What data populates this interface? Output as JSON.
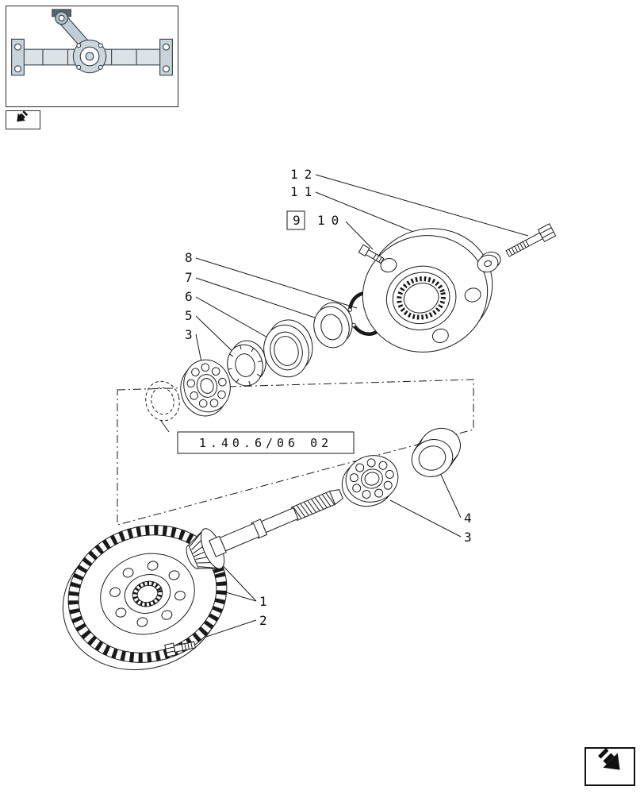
{
  "style": {
    "background": "#ffffff",
    "line_color": "#1a1a1a"
  },
  "icons": {
    "prev": "page-back-arrow",
    "next": "page-forward-arrow",
    "thumbnail": "front-axle-assembly-thumbnail"
  },
  "diagram": {
    "reference": "1.40.6/06 02",
    "callouts": {
      "n1": "1",
      "n2": "2",
      "n3a": "3",
      "n3b": "3",
      "n4": "4",
      "n5": "5",
      "n6": "6",
      "n7": "7",
      "n8": "8",
      "n9": "9",
      "n10": "10",
      "n11": "11",
      "n12": "12"
    }
  }
}
